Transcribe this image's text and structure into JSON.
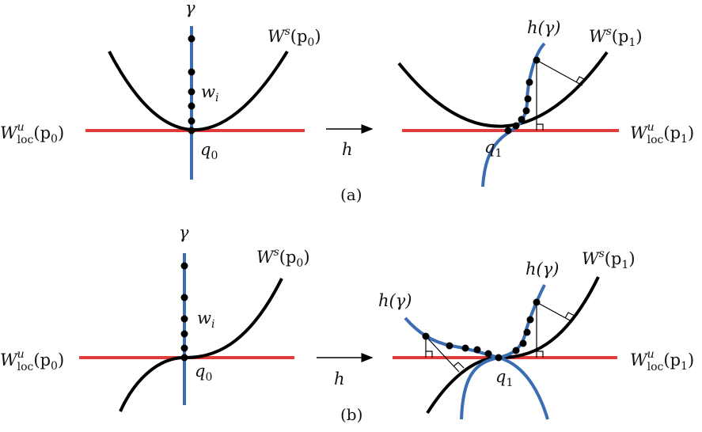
{
  "colors": {
    "unstable": "#e03c3c",
    "curve": "#3b6db3",
    "manifold": "#000000",
    "dot": "#000000"
  },
  "labels": {
    "gamma": "γ",
    "h_gamma_main": "h(γ)",
    "h_gamma_side": "h(γ)",
    "W": "W",
    "s": "s",
    "u": "u",
    "loc": "loc",
    "p0": "(p",
    "p1": "(p",
    "zero": "0",
    "one": "1",
    "close": ")",
    "w": "w",
    "i": "i",
    "q": "q",
    "h": "h"
  },
  "captions": {
    "a": "(a)",
    "b": "(b)"
  }
}
